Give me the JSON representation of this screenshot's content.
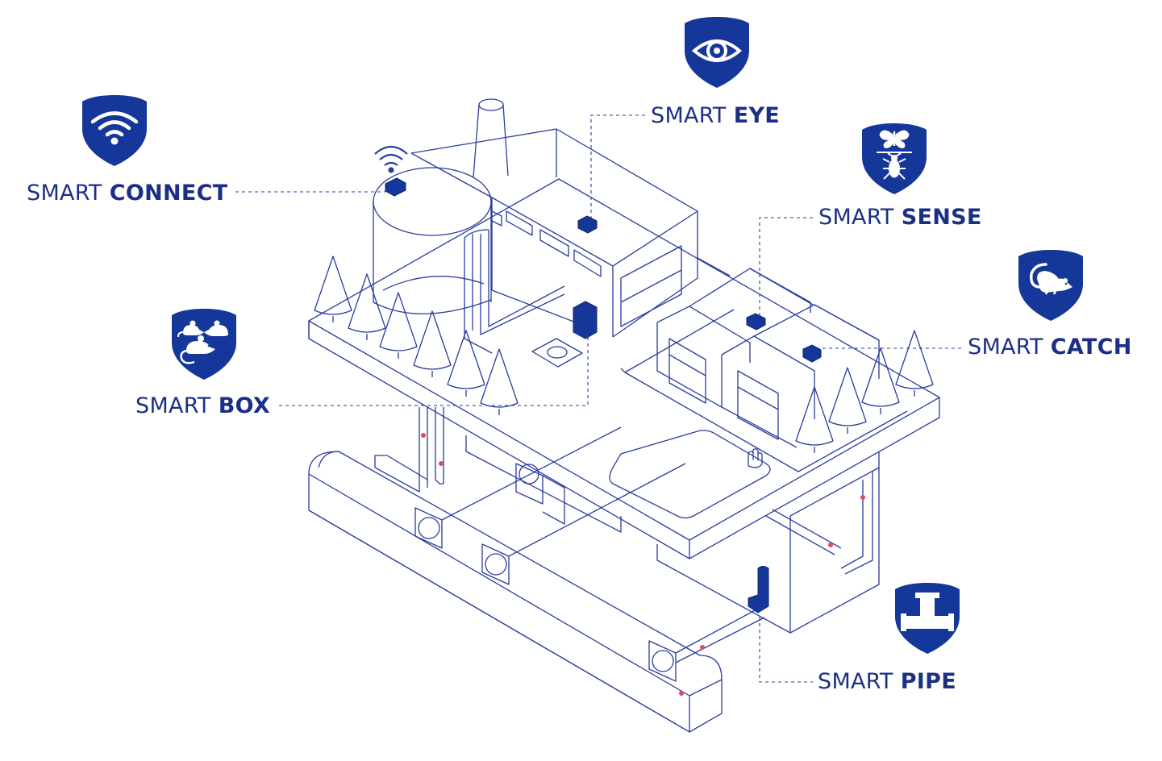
{
  "colors": {
    "brand": "#16379a",
    "line": "#2a3d9c",
    "label": "#1c2f86",
    "sensor_dot": "#e04a5a",
    "background": "#ffffff"
  },
  "products": [
    {
      "id": "connect",
      "prefix": "SMART",
      "name": "CONNECT",
      "icon": "wifi-icon"
    },
    {
      "id": "eye",
      "prefix": "SMART",
      "name": "EYE",
      "icon": "eye-icon"
    },
    {
      "id": "sense",
      "prefix": "SMART",
      "name": "SENSE",
      "icon": "insect-icon"
    },
    {
      "id": "catch",
      "prefix": "SMART",
      "name": "CATCH",
      "icon": "rat-icon"
    },
    {
      "id": "box",
      "prefix": "SMART",
      "name": "BOX",
      "icon": "mice-icon"
    },
    {
      "id": "pipe",
      "prefix": "SMART",
      "name": "PIPE",
      "icon": "pipe-tee-icon"
    }
  ]
}
